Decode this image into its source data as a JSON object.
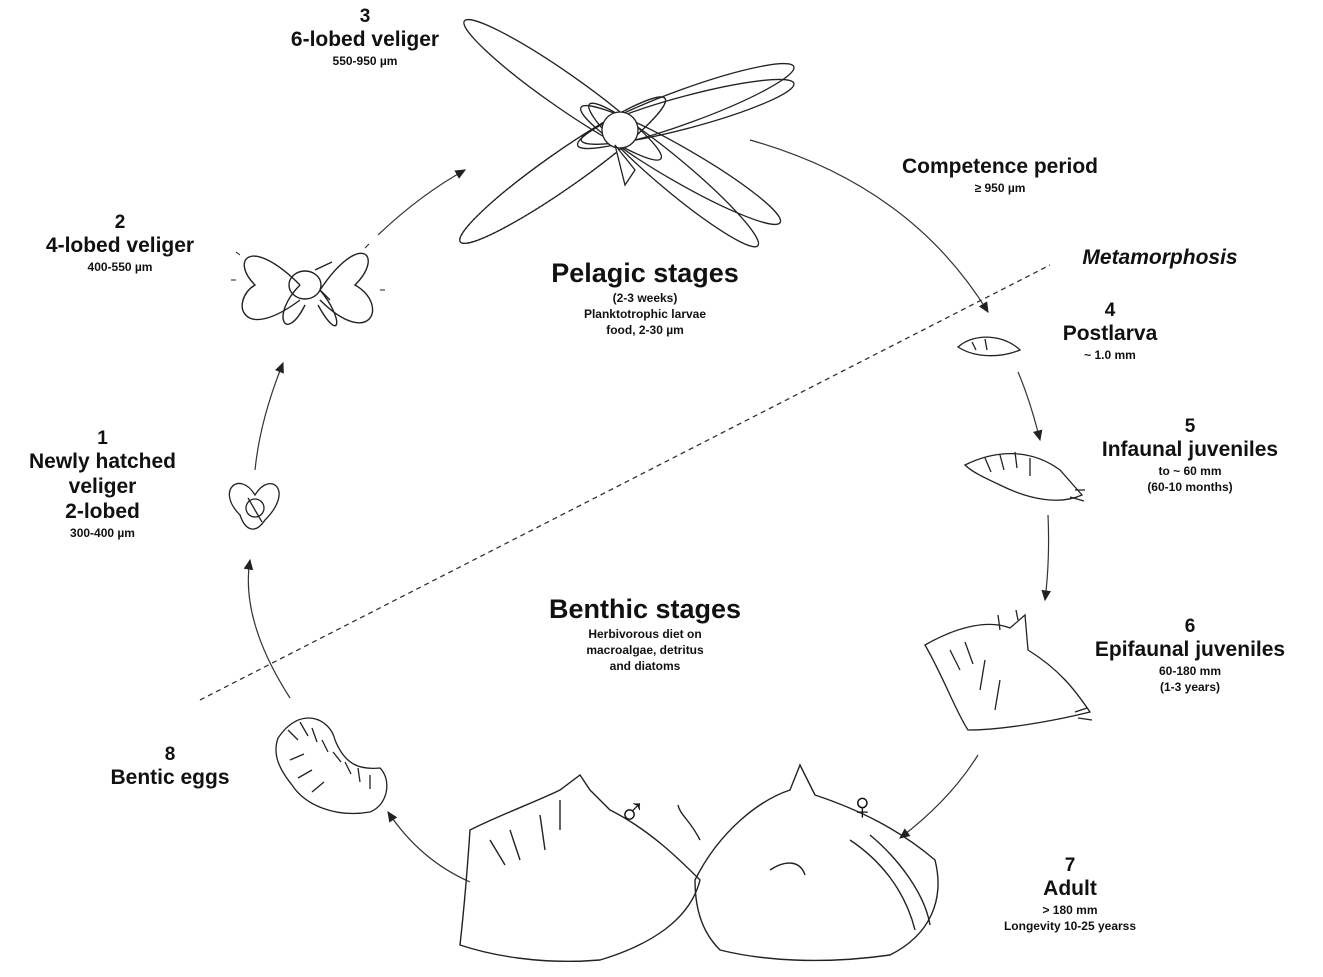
{
  "stages": {
    "s1": {
      "number": "1",
      "title_lines": [
        "Newly hatched",
        "veliger",
        "2-lobed"
      ],
      "size": "300-400 µm"
    },
    "s2": {
      "number": "2",
      "title": "4-lobed veliger",
      "size": "400-550 µm"
    },
    "s3": {
      "number": "3",
      "title": "6-lobed veliger",
      "size": "550-950 µm"
    },
    "s4": {
      "number": "4",
      "title": "Postlarva",
      "size": "~ 1.0 mm"
    },
    "s5": {
      "number": "5",
      "title": "Infaunal juveniles",
      "size": "to ~ 60 mm",
      "duration": "(60-10 months)"
    },
    "s6": {
      "number": "6",
      "title": "Epifaunal juveniles",
      "size": "60-180 mm",
      "duration": "(1-3 years)"
    },
    "s7": {
      "number": "7",
      "title": "Adult",
      "size": "> 180 mm",
      "longevity": "Longevity 10-25 yearss"
    },
    "s8": {
      "number": "8",
      "title": "Bentic eggs"
    }
  },
  "competence": {
    "title": "Competence period",
    "size": "≥ 950 µm"
  },
  "metamorphosis": "Metamorphosis",
  "pelagic": {
    "title": "Pelagic stages",
    "duration": "(2-3 weeks)",
    "line1": "Planktotrophic larvae",
    "line2": "food, 2-30 µm"
  },
  "benthic": {
    "title": "Benthic stages",
    "line1": "Herbivorous diet on",
    "line2": "macroalgae, detritus",
    "line3": "and diatoms"
  },
  "symbols": {
    "male": "♂",
    "female": "♀"
  }
}
